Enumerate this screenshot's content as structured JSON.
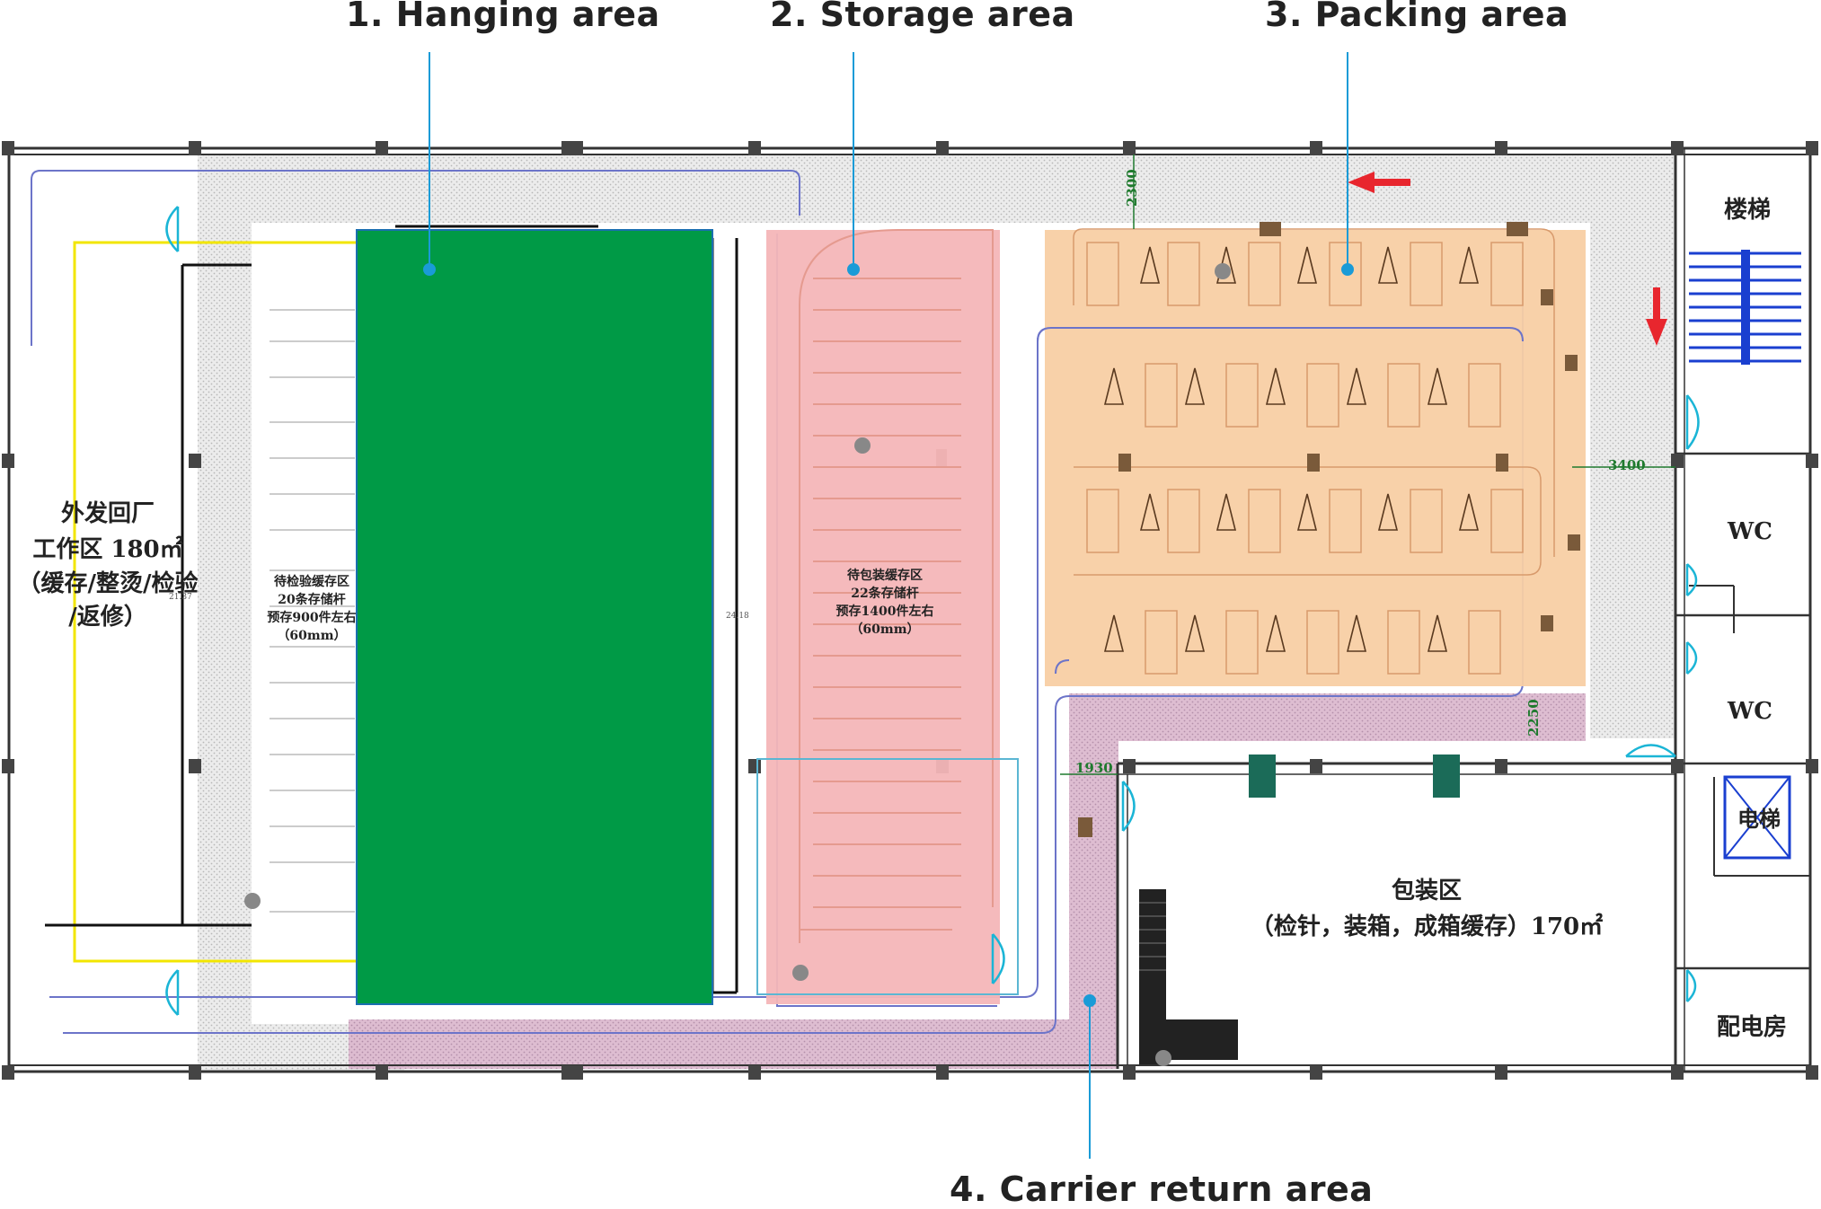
{
  "callouts": {
    "hanging": "1. Hanging area",
    "storage": "2. Storage area",
    "packing": "3. Packing area",
    "carrier_return": "4. Carrier return area"
  },
  "rooms": {
    "stairs": "楼梯",
    "wc_upper": "WC",
    "wc_lower": "WC",
    "elevator": "电梯",
    "power_room": "配电房"
  },
  "zones": {
    "rework_area": [
      "外发回厂",
      "工作区 180㎡",
      "（缓存/整烫/检验",
      "/返修）"
    ],
    "inspection_buffer": [
      "待检验缓存区",
      "20条存储杆",
      "预存900件左右",
      "（60mm）"
    ],
    "packing_buffer": [
      "待包装缓存区",
      "22条存储杆",
      "预存1400件左右",
      "（60mm）"
    ],
    "packing_room": [
      "包装区",
      "（检针，装箱，成箱缓存）170㎡"
    ]
  },
  "dimensions": {
    "d2300": "2300",
    "d3400": "3400",
    "d2250": "2250",
    "d1930": "1930",
    "d2418": "24.18",
    "d2137": "21.37"
  },
  "colors": {
    "hanging": "#009a46",
    "storage": "#f4b6b8",
    "packing": "#f8cfa4",
    "carrier_return": "#d9b3cc",
    "callout_line": "#1a9bd7"
  }
}
